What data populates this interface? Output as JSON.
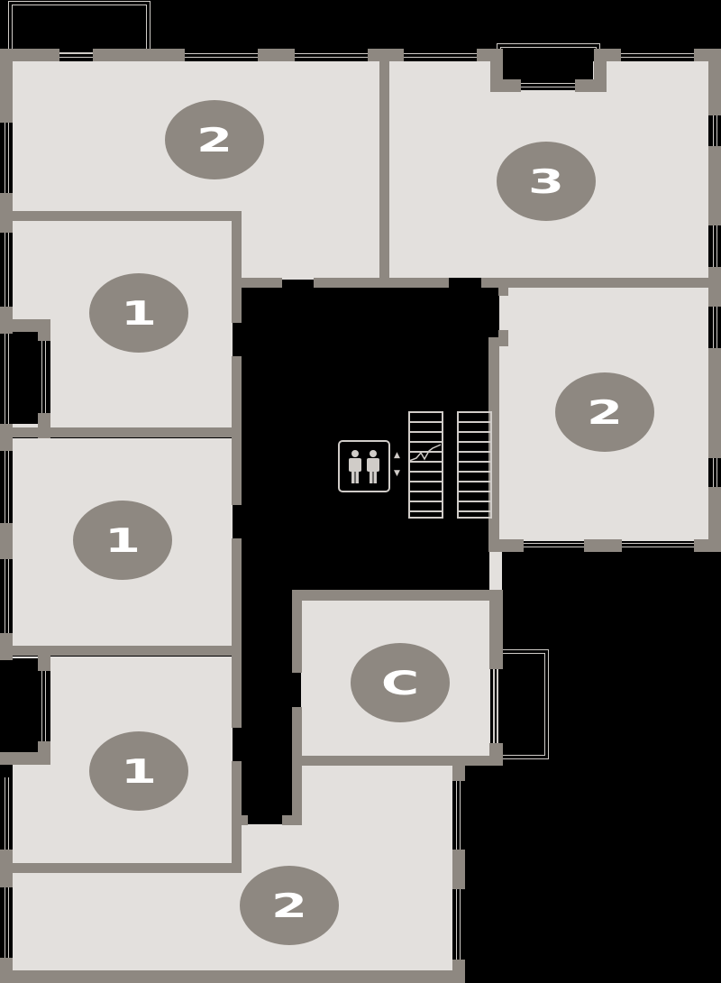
{
  "plan": {
    "background": "#000000",
    "floor_color": "#e3e0dd",
    "wall_color": "#8e8881",
    "badge_color": "#8e8881",
    "badge_text_color": "#ffffff"
  },
  "units": [
    {
      "id": "unit-top-left",
      "label": "2"
    },
    {
      "id": "unit-top-right",
      "label": "3"
    },
    {
      "id": "unit-left-upper",
      "label": "1"
    },
    {
      "id": "unit-left-middle",
      "label": "1"
    },
    {
      "id": "unit-right-middle",
      "label": "2"
    },
    {
      "id": "unit-commercial",
      "label": "C"
    },
    {
      "id": "unit-left-lower",
      "label": "1"
    },
    {
      "id": "unit-bottom",
      "label": "2"
    }
  ],
  "core": {
    "elevator_icon": "elevator-icon",
    "call_up": "▲",
    "call_down": "▼",
    "stairs_icon": "stairs-icon"
  }
}
